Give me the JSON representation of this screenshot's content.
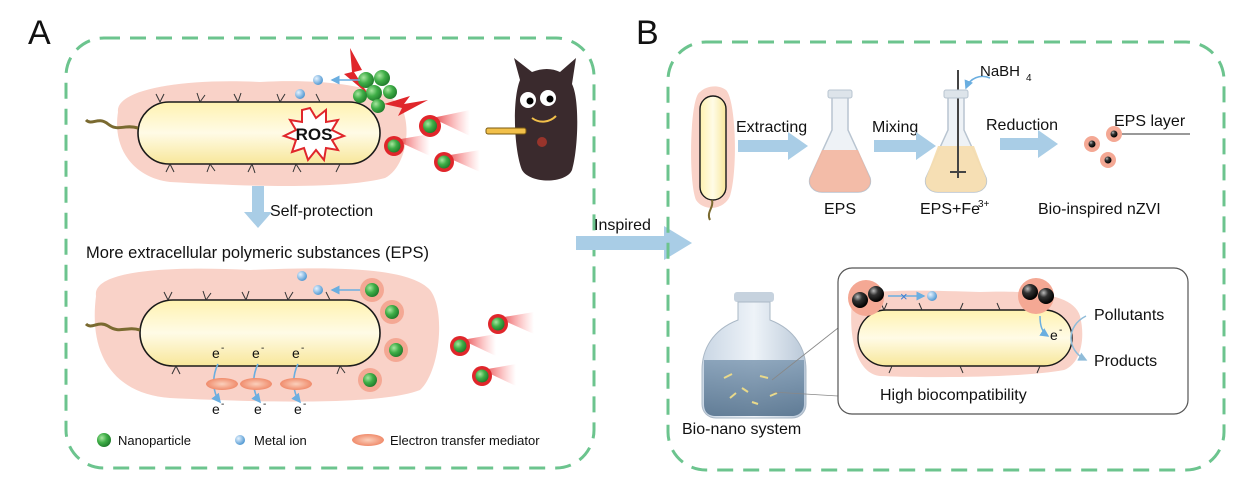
{
  "panel_a": {
    "letter": "A",
    "ros": "ROS",
    "self_protection": "Self-protection",
    "eps_caption": "More extracellular polymeric substances (EPS)",
    "electron": "e",
    "electron_sup": "-",
    "legend": {
      "nanoparticle": "Nanoparticle",
      "metal_ion": "Metal ion",
      "mediator": "Electron transfer mediator"
    }
  },
  "inspired": "Inspired",
  "panel_b": {
    "letter": "B",
    "extracting": "Extracting",
    "mixing": "Mixing",
    "reduction": "Reduction",
    "nabh4_main": "NaBH",
    "nabh4_sub": "4",
    "eps": "EPS",
    "eps_fe_main": "EPS+Fe",
    "eps_fe_sup": "3+",
    "nzvi": "Bio-inspired nZVI",
    "eps_layer": "EPS layer",
    "pollutants": "Pollutants",
    "products": "Products",
    "electron": "e",
    "electron_sup": "-",
    "high_bio": "High biocompatibility",
    "bio_nano": "Bio-nano system"
  },
  "colors": {
    "border_dash": "#6cc48e",
    "arrow_blue": "#a9cde6",
    "eps_pink": "#f7c9c0",
    "cell_yellow": "#fff6c4",
    "np_green": "#3fae47",
    "metal_ion_blue": "#6aaee0",
    "ros_red": "#e0262b",
    "monster": "#3a2a2d"
  }
}
